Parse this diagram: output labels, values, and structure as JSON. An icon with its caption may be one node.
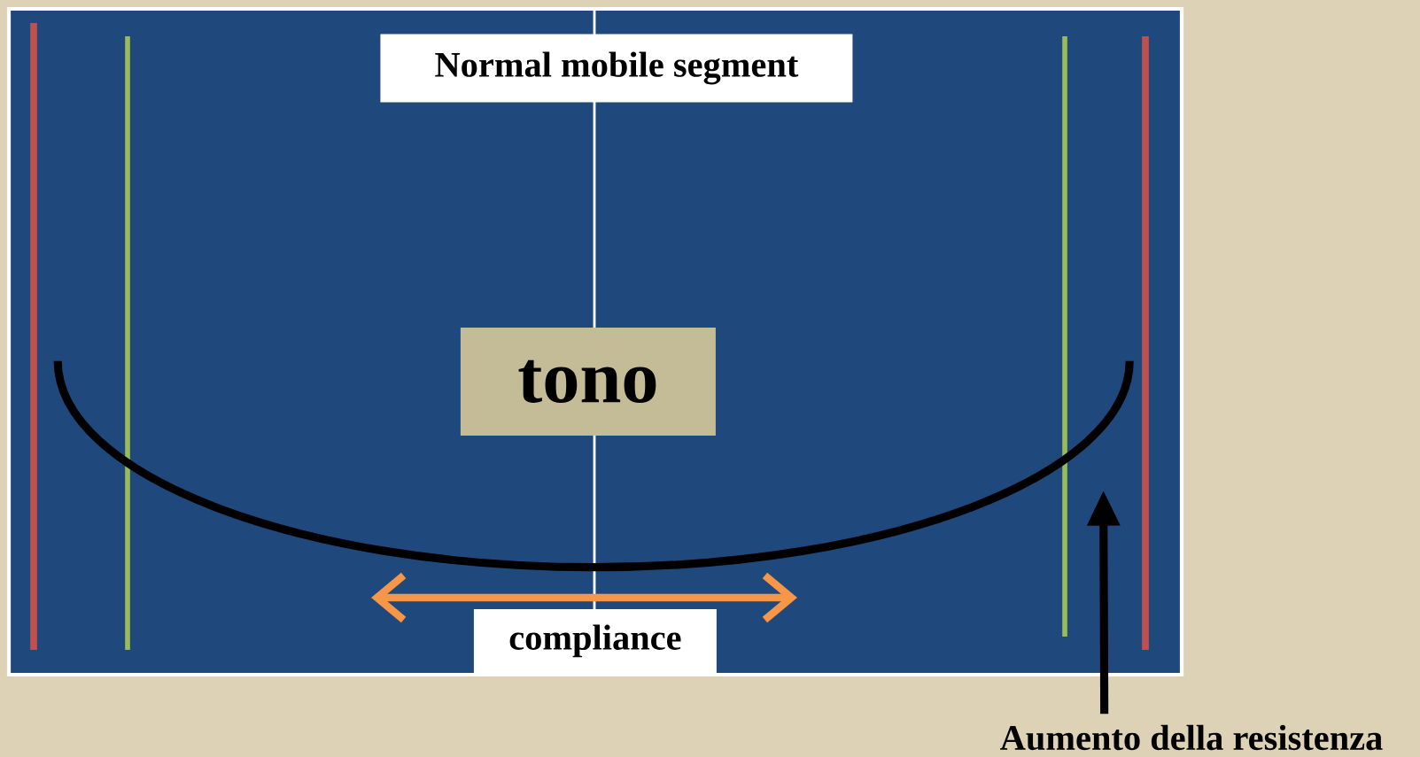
{
  "diagram": {
    "nodes": [
      {
        "text": [],
        "shape": "box"
      },
      {
        "text": [
          "Normal mobile segment"
        ],
        "in": 0
      },
      {
        "text": [
          "tono"
        ],
        "in": 0
      },
      {
        "text": [
          "compliance"
        ],
        "in": 0
      },
      {
        "text": [
          "Aumento della resistenza"
        ]
      },
      {
        "text": [],
        "shape": "arc",
        "in": 0
      }
    ],
    "edges": [
      {
        "from": 4,
        "to": 5,
        "arrow": "to"
      }
    ]
  }
}
